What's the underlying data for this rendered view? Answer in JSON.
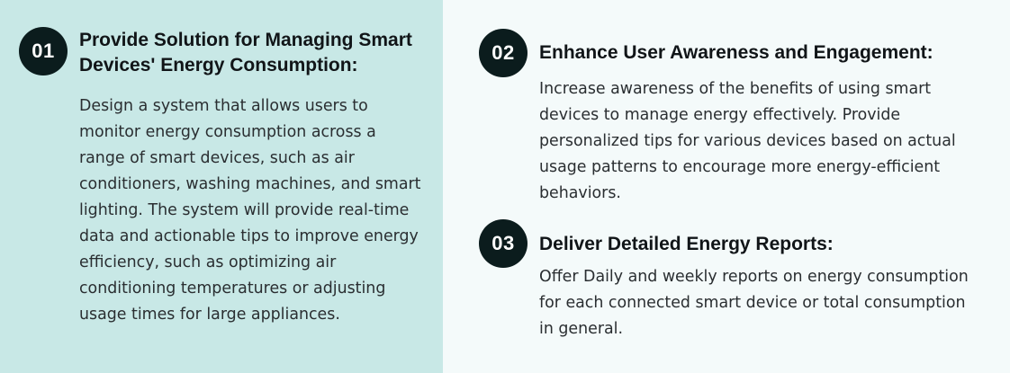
{
  "items": [
    {
      "number": "01",
      "title": "Provide Solution for Managing Smart Devices' Energy Consumption:",
      "description": "Design a system that allows users to monitor energy consumption across a range of smart devices, such as air conditioners, washing machines, and smart lighting. The system will provide real-time data and actionable tips to improve energy efficiency, such as optimizing air conditioning temperatures or adjusting usage times for large appliances."
    },
    {
      "number": "02",
      "title": "Enhance User Awareness and Engagement:",
      "description": "Increase awareness of the benefits of using smart devices to manage energy effectively. Provide personalized tips for various devices based on actual usage patterns to encourage more energy-efficient behaviors."
    },
    {
      "number": "03",
      "title": "Deliver Detailed Energy Reports:",
      "description": "Offer Daily and weekly reports on energy consumption for each connected smart device or total consumption in general."
    }
  ],
  "colors": {
    "left_panel_bg": "#c8e8e6",
    "right_panel_bg": "#f4fafa",
    "badge_bg": "#0b1c1d",
    "badge_text": "#ffffff",
    "heading_text": "#111518",
    "body_text": "#2a2e31"
  }
}
